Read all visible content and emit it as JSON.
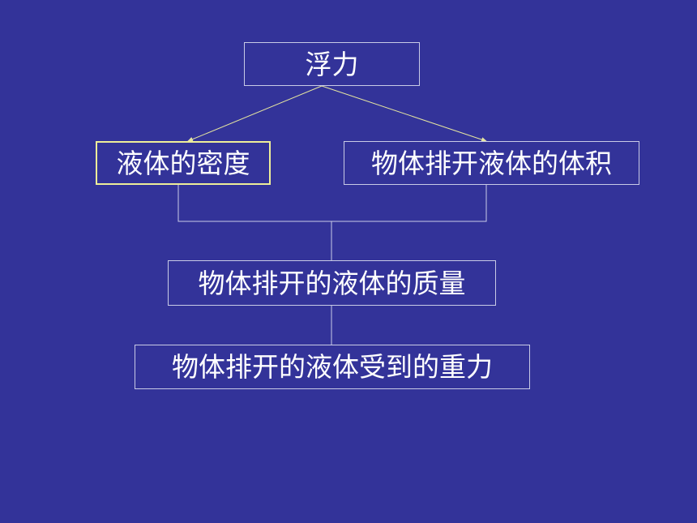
{
  "diagram": {
    "nodes": {
      "buoyancy": "浮力",
      "liquid_density": "液体的密度",
      "displaced_volume": "物体排开液体的体积",
      "displaced_mass": "物体排开的液体的质量",
      "displaced_weight": "物体排开的液体受到的重力"
    },
    "colors": {
      "background": "#333399",
      "text": "#ffffff",
      "box_border": "#c9cbe6",
      "arrow_line": "#e6e6a0",
      "highlight_border": "#eeee99"
    }
  }
}
